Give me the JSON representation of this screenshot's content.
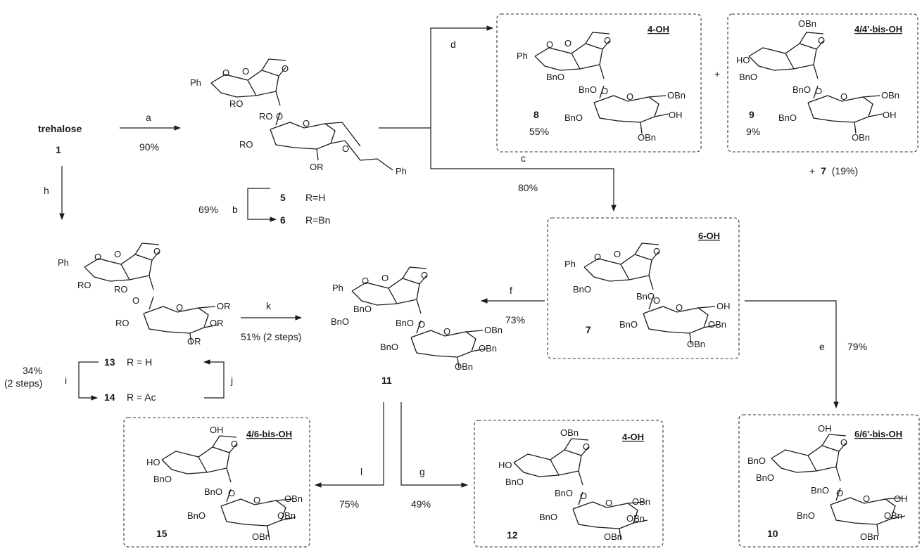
{
  "start": {
    "name": "trehalose",
    "number": "1"
  },
  "compounds": {
    "c5": {
      "number": "5",
      "r": "R=H"
    },
    "c6": {
      "number": "6",
      "r": "R=Bn"
    },
    "c7": {
      "number": "7",
      "tag": "6-OH"
    },
    "c8": {
      "number": "8",
      "tag": "4-OH",
      "yield": "55%"
    },
    "c9": {
      "number": "9",
      "tag": "4/4'-bis-OH",
      "yield": "9%"
    },
    "c10": {
      "number": "10",
      "tag": "6/6'-bis-OH"
    },
    "c11": {
      "number": "11"
    },
    "c12": {
      "number": "12",
      "tag": "4-OH"
    },
    "c13": {
      "number": "13",
      "r": "R = H"
    },
    "c14": {
      "number": "14",
      "r": "R = Ac"
    },
    "c15": {
      "number": "15",
      "tag": "4/6-bis-OH"
    }
  },
  "steps": {
    "a": {
      "label": "a",
      "yield": "90%"
    },
    "b": {
      "label": "b",
      "yield": "69%"
    },
    "c": {
      "label": "c",
      "yield": "80%"
    },
    "d": {
      "label": "d"
    },
    "e": {
      "label": "e",
      "yield": "79%"
    },
    "f": {
      "label": "f",
      "yield": "73%"
    },
    "g": {
      "label": "g",
      "yield": "49%"
    },
    "h": {
      "label": "h"
    },
    "i": {
      "label": "i",
      "yield_line1": "34%",
      "yield_line2": "(2 steps)"
    },
    "j": {
      "label": "j"
    },
    "k": {
      "label": "k",
      "yield": "51% (2 steps)"
    },
    "l": {
      "label": "l",
      "yield": "75%"
    }
  },
  "byproduct": {
    "prefix": "+",
    "number": "7",
    "yield": "(19%)"
  },
  "plus_sign": "+",
  "atoms": {
    "Ph": "Ph",
    "O": "O",
    "RO": "RO",
    "OR": "OR",
    "BnO": "BnO",
    "OBn": "OBn",
    "HO": "HO",
    "OH": "OH"
  }
}
